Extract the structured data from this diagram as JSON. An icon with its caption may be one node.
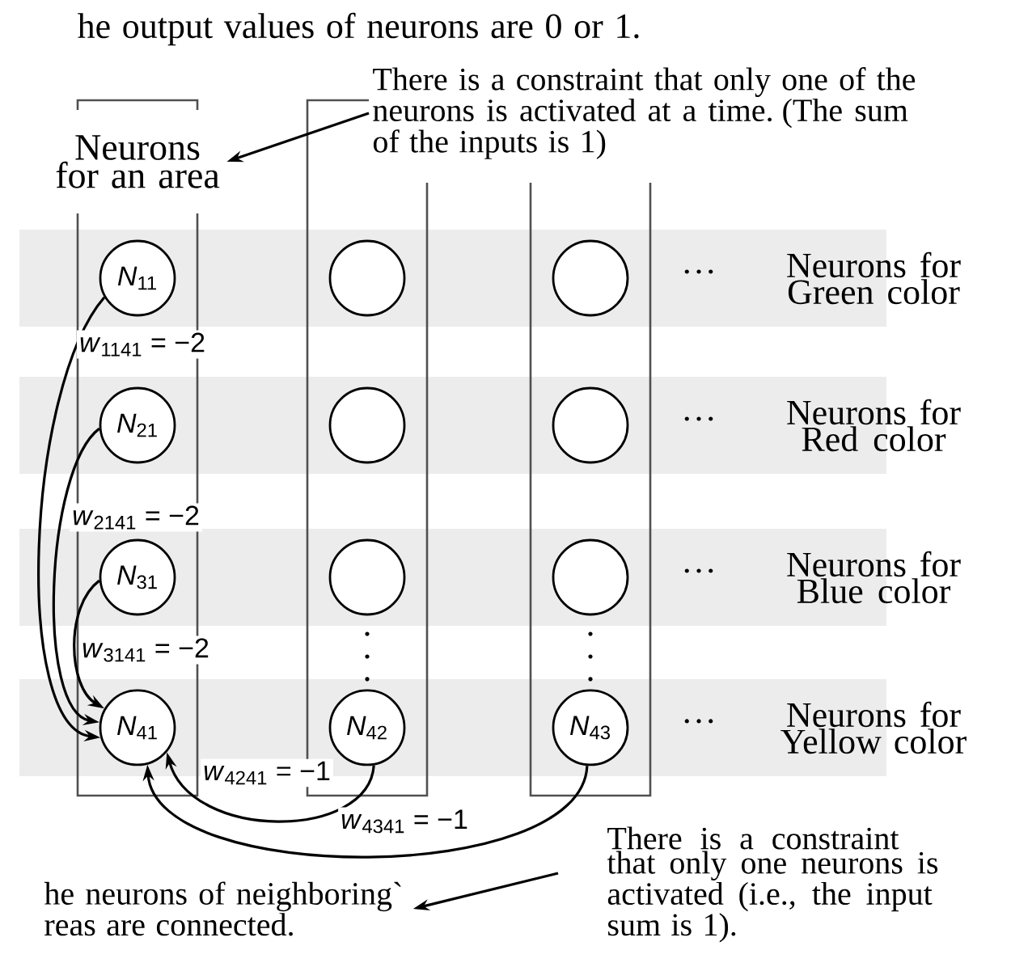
{
  "diagram": {
    "nodes": [
      {
        "text": [
          "There is a constraint that only one of the neurons is activated at a time. (The sum of the inputs is 1)"
        ]
      },
      {
        "text": [
          "Neurons for an area"
        ]
      },
      {
        "text": [
          "*N*$_{11}$"
        ],
        "in": 1
      },
      {
        "text": [
          "*N*$_{21}$"
        ],
        "in": 1
      },
      {
        "text": [
          "*N*$_{31}$"
        ],
        "in": 1
      },
      {
        "text": [
          "*N*$_{41}$"
        ],
        "in": 1
      },
      {
        "text": [],
        "shape": "box"
      },
      {
        "text": [],
        "shape": "circle",
        "in": 6
      },
      {
        "text": [],
        "shape": "circle",
        "in": 6
      },
      {
        "text": [],
        "shape": "circle",
        "in": 6
      },
      {
        "text": [
          "*N*$_{42}$"
        ],
        "in": 6
      },
      {
        "text": [],
        "shape": "box"
      },
      {
        "text": [],
        "shape": "circle",
        "in": 11
      },
      {
        "text": [],
        "shape": "circle",
        "in": 11
      },
      {
        "text": [],
        "shape": "circle",
        "in": 11
      },
      {
        "text": [
          "*N*$_{43}$"
        ],
        "in": 11
      },
      {
        "text": [
          "he neurons of neighboring` reas are connected."
        ]
      },
      {
        "text": [
          "There is a constraint that only one neurons is activated (i.e., the input sum is 1)."
        ]
      }
    ],
    "edges": [
      {
        "from": 0,
        "to": 1,
        "arrow": "to"
      },
      {
        "from": 2,
        "to": 5,
        "arrow": "to",
        "label": "*w*$_{1141}$ = −2"
      },
      {
        "from": 3,
        "to": 5,
        "arrow": "to",
        "label": "*w*$_{2141}$ = −2"
      },
      {
        "from": 4,
        "to": 5,
        "arrow": "to",
        "label": "*w*$_{3141}$ = −2"
      },
      {
        "from": 10,
        "to": 5,
        "arrow": "to",
        "label": "*w*$_{4241}$ = −1"
      },
      {
        "from": 15,
        "to": 5,
        "arrow": "to",
        "label": "*w*$_{4341}$ = −1"
      },
      {
        "from": null,
        "to": 16,
        "arrow": "to"
      }
    ],
    "labels": [
      "he output values of neurons are 0 or 1.",
      "…",
      "Neurons for Green color",
      "…",
      "Neurons for Red color",
      "…",
      "Neurons for Blue color",
      "…",
      "Neurons for Yellow color"
    ]
  }
}
